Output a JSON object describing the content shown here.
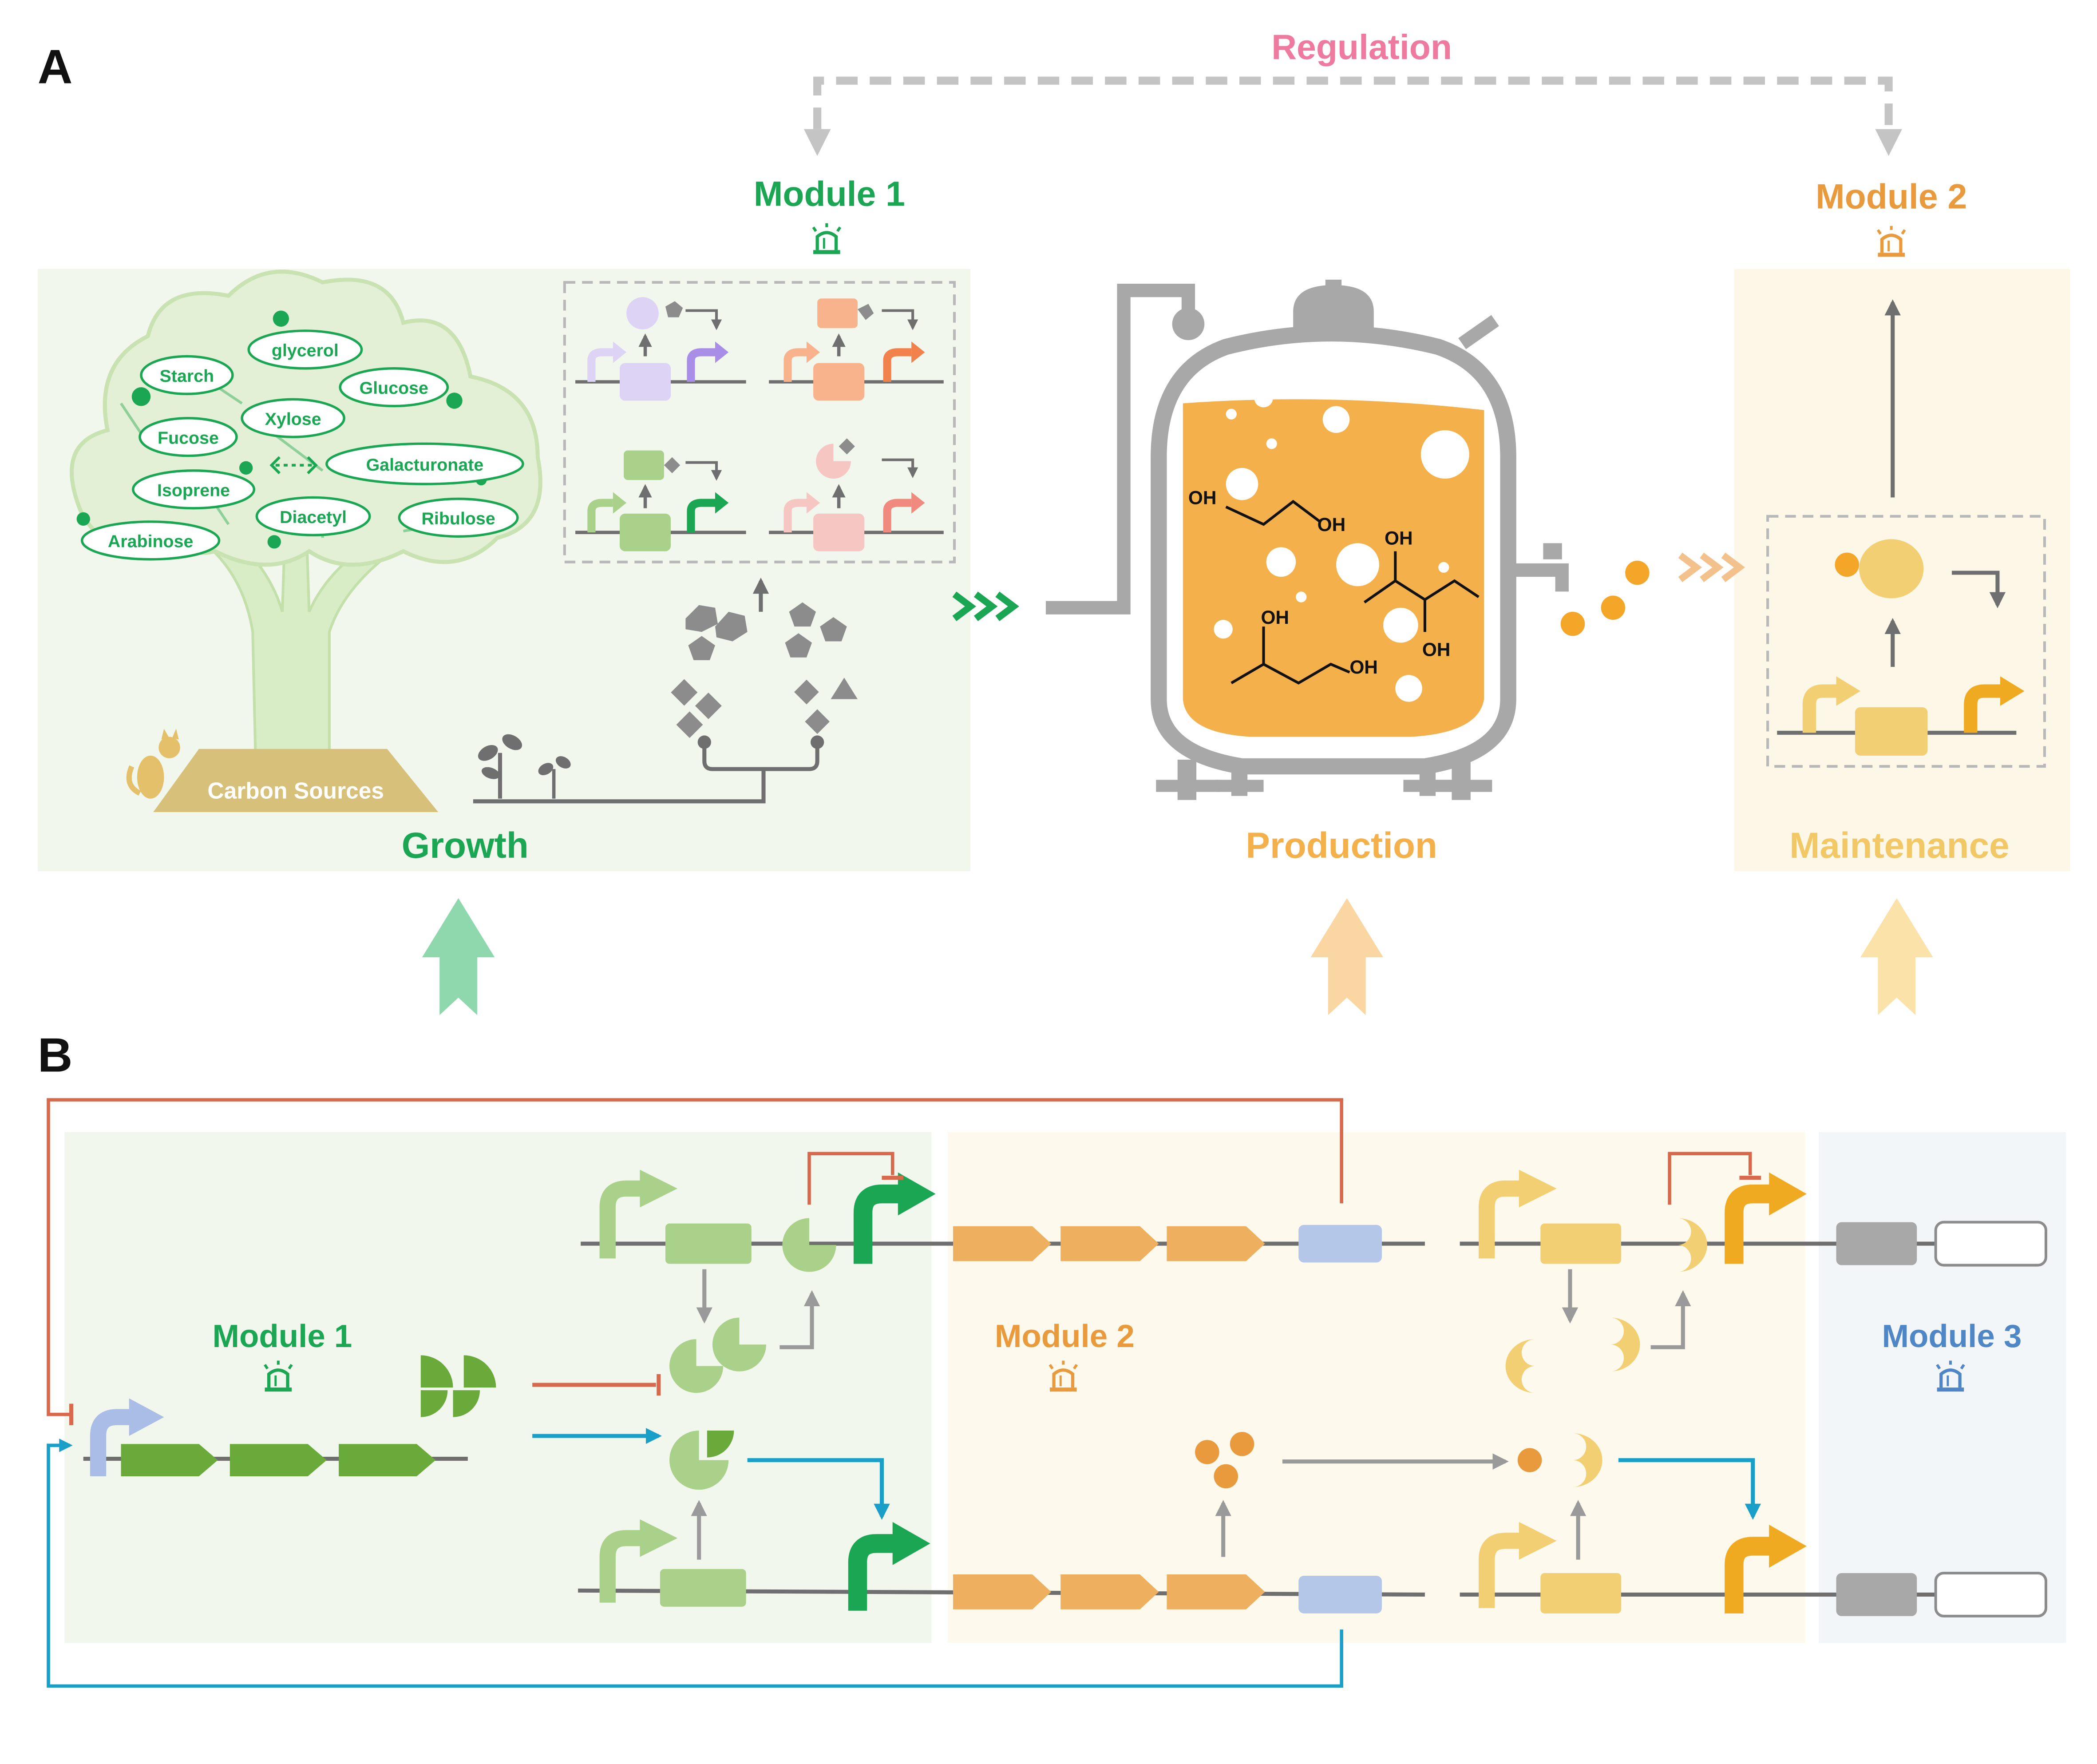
{
  "panels": {
    "a": "A",
    "b": "B"
  },
  "panel_a": {
    "regulation": "Regulation",
    "module1": "Module 1",
    "module2": "Module 2",
    "growth": "Growth",
    "production": "Production",
    "maintenance": "Maintenance",
    "carbon_sources": "Carbon Sources",
    "substrates": [
      "Starch",
      "glycerol",
      "Glucose",
      "Xylose",
      "Fucose",
      "Galacturonate",
      "Isoprene",
      "Diacetyl",
      "Ribulose",
      "Arabinose"
    ],
    "molecule_labels": [
      "OH",
      "OH",
      "OH",
      "OH",
      "OH",
      "OH"
    ]
  },
  "panel_b": {
    "module1": "Module 1",
    "module2": "Module 2",
    "module3": "Module 3"
  },
  "colors": {
    "growth_green": "#1aa653",
    "production_orange": "#f4b04a",
    "maintenance_yellow": "#f2c766",
    "module2_orange": "#e89a3c",
    "module3_blue": "#4f86c6",
    "regulation_pink": "#ee7aa0",
    "repression_red": "#d9694c",
    "activation_cyan": "#1aa0c8",
    "gray": "#a8a8a8"
  }
}
